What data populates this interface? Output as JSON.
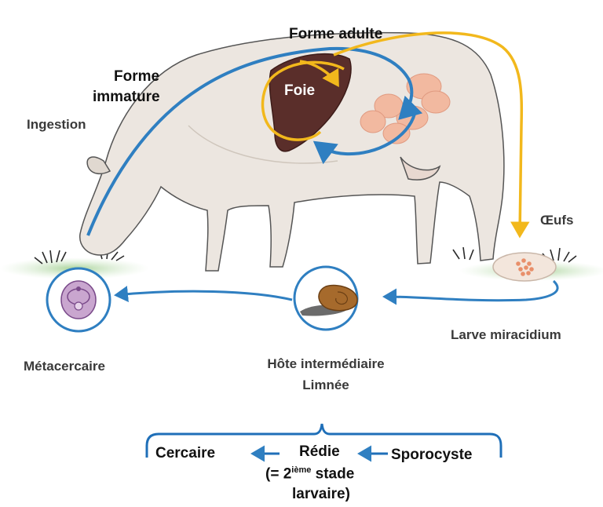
{
  "labels": {
    "forme_adulte": "Forme adulte",
    "forme_line1": "Forme",
    "forme_line2": "immature",
    "ingestion": "Ingestion",
    "foie": "Foie",
    "oeufs": "Œufs",
    "larve": "Larve miracidium",
    "metacercaire": "Métacercaire",
    "hote_line1": "Hôte intermédiaire",
    "hote_line2": "Limnée",
    "cercaire": "Cercaire",
    "redie": "Rédie",
    "stade_prefix": "(= 2",
    "stade_sup": "ième",
    "stade_suffix": " stade",
    "larvaire": "larvaire)",
    "sporocyste": "Sporocyste"
  },
  "colors": {
    "blue_arrow": "#2f7fc1",
    "yellow_arrow": "#f2b81c",
    "liver": "#5a2e2a",
    "cow": "#eae4de",
    "grass": "#9ccc8a"
  }
}
